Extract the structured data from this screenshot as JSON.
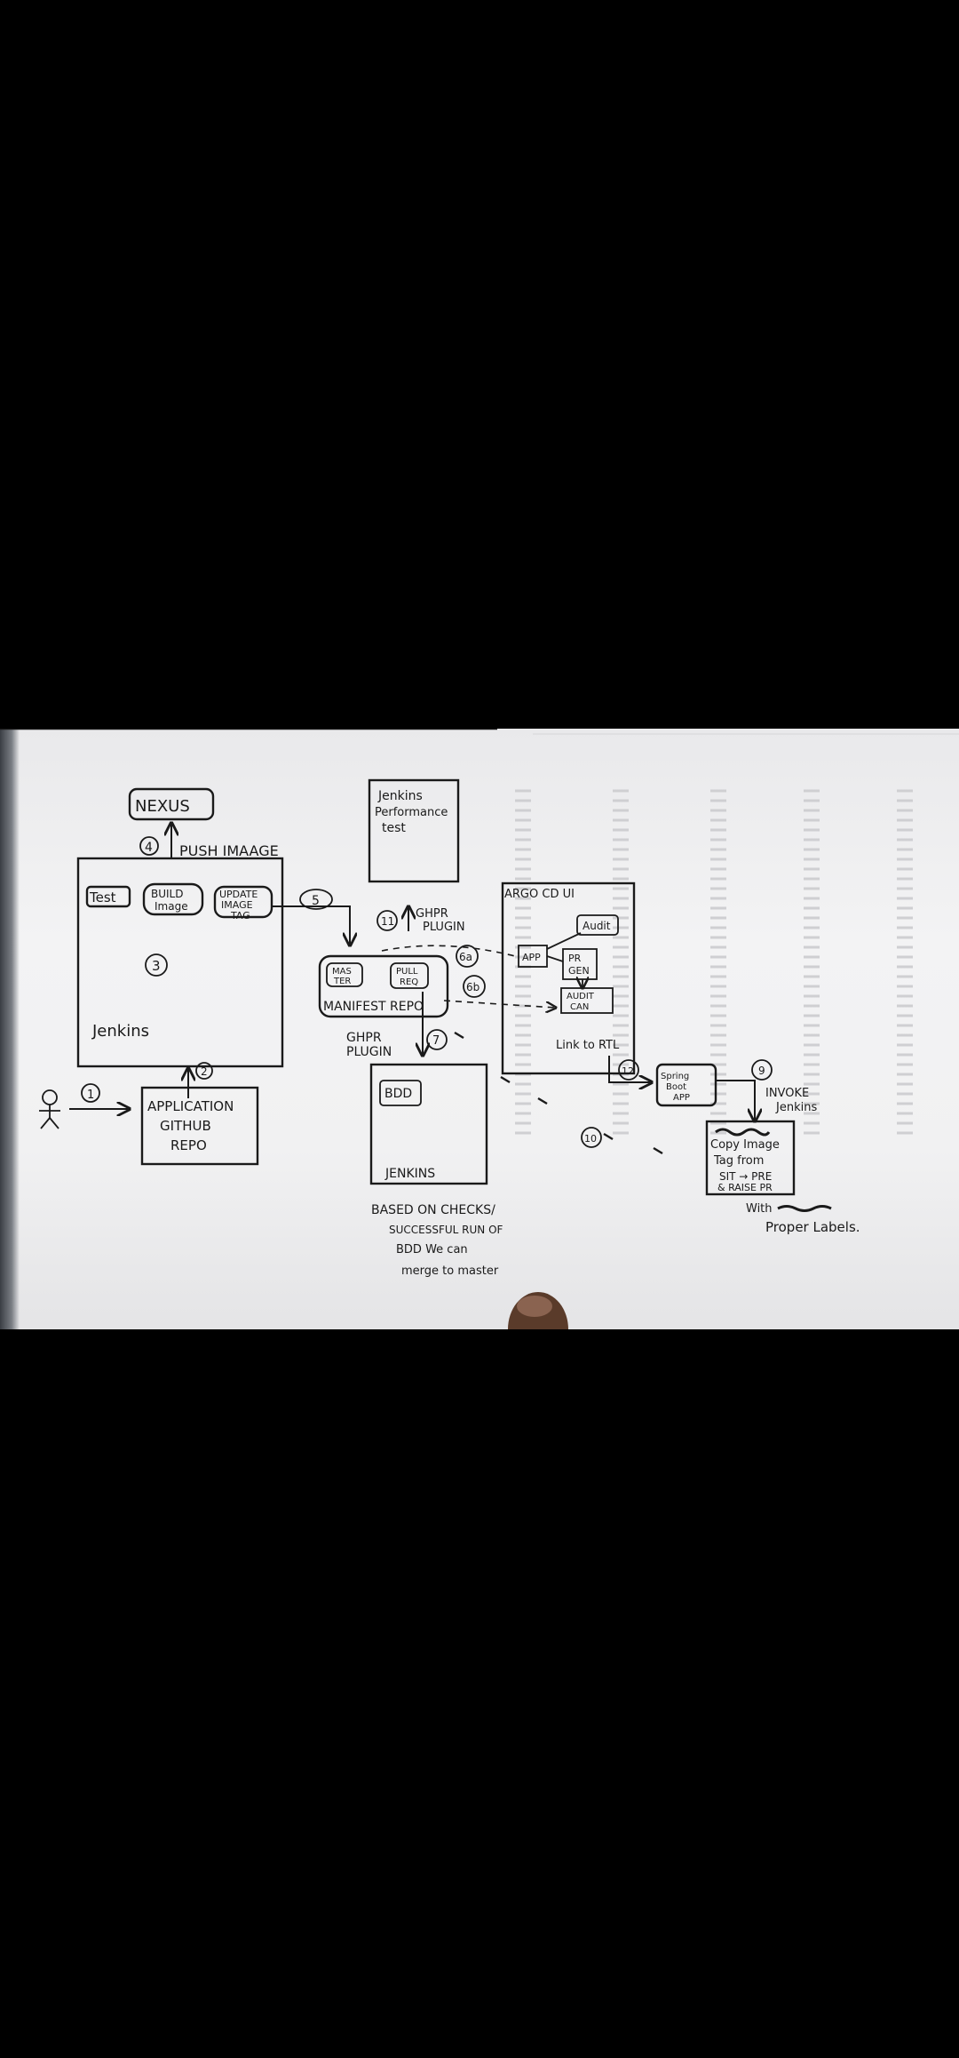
{
  "diagram": {
    "nexus": "NEXUS",
    "push_image": "PUSH IMAAGE",
    "step4": "4",
    "jenkins_box": {
      "test": "Test",
      "build_image_1": "BUILD",
      "build_image_2": "Image",
      "update_1": "UPDATE",
      "update_2": "IMAGE",
      "update_3": "TAG",
      "step3": "3",
      "label": "Jenkins"
    },
    "step5": "5",
    "step2": "2",
    "step1": "1",
    "app_repo": [
      "APPLICATION",
      "GITHUB",
      "REPO"
    ],
    "jenkins_perf": [
      "Jenkins",
      "Performance",
      "test"
    ],
    "step11": "11",
    "ghpr_top": [
      "GHPR",
      "PLUGIN"
    ],
    "manifest": {
      "master": [
        "MAS",
        "TER"
      ],
      "pull_req": [
        "PULL",
        "REQ"
      ],
      "label": "MANIFEST REPO"
    },
    "step6a": "6a",
    "step6b": "6b",
    "ghpr_bottom": [
      "GHPR",
      "PLUGIN"
    ],
    "step7": "7",
    "bdd_box": {
      "bdd": "BDD",
      "label": "JENKINS"
    },
    "bdd_note": [
      "BASED ON CHECKS/",
      "SUCCESSFUL RUN OF",
      "BDD We can",
      "merge to master"
    ],
    "argo": {
      "title": "ARGO CD UI",
      "app": "APP",
      "audit": "Audit",
      "pr_gen": [
        "PR",
        "GEN"
      ],
      "audit_can": [
        "AUDIT",
        "CAN"
      ],
      "link": "Link to RTL"
    },
    "step12": "12",
    "spring_app": [
      "Spring",
      "Boot",
      "APP"
    ],
    "step9": "9",
    "invoke": [
      "INVOKE",
      "Jenkins"
    ],
    "step10": "10",
    "copy_box": [
      "Copy Image",
      "Tag from",
      "SIT → PRE",
      "& RAISE PR"
    ],
    "with_labels": [
      "With",
      "Proper Labels."
    ]
  },
  "colors": {
    "background": "#000000",
    "paper": "#f1f1f2",
    "ink": "#1a1a1a"
  }
}
